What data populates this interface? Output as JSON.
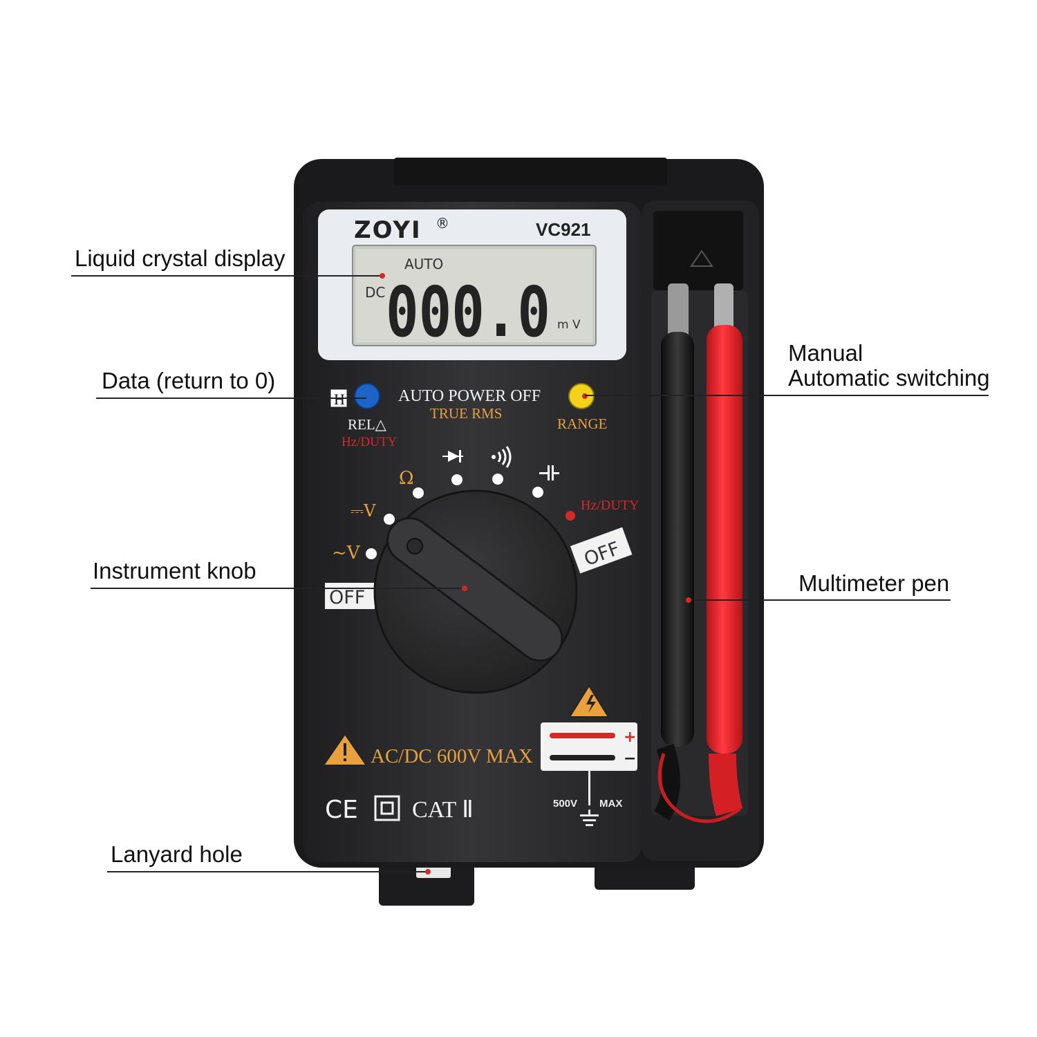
{
  "callouts": {
    "lcd": "Liquid crystal display",
    "data": "Data (return to 0)",
    "range_line1": "Manual",
    "range_line2": "Automatic switching",
    "knob": "Instrument knob",
    "pen": "Multimeter pen",
    "lanyard": "Lanyard hole"
  },
  "device": {
    "brand": "ZOYI",
    "brand_mark": "®",
    "model": "VC921",
    "lcd": {
      "auto": "AUTO",
      "dc": "DC",
      "reading": "000.0",
      "unit": "m V"
    },
    "buttons": {
      "hold_symbol": "H",
      "rel_label": "REL△",
      "hz_duty_label": "Hz/DUTY",
      "auto_power_off": "AUTO POWER OFF",
      "true_rms": "TRUE RMS",
      "range_label": "RANGE"
    },
    "dial": {
      "ohm": "Ω",
      "dc_v": "⎓V",
      "ac_v": "~V",
      "hz_duty": "Hz/DUTY",
      "off_left": "OFF",
      "off_right": "OFF"
    },
    "ratings": {
      "acdc": "AC/DC 600V MAX",
      "ce": "CE",
      "cat": "CAT Ⅱ",
      "ground": "500V",
      "ground_max": "MAX",
      "plus": "+",
      "minus": "−"
    },
    "colors": {
      "body": "#2d2d2f",
      "accent_orange": "#e8a13c",
      "accent_red": "#d22a26",
      "button_blue": "#1e63c8",
      "button_yellow": "#f3d21b",
      "lcd_bg": "#dcdcd8",
      "probe_red": "#e8262a"
    }
  }
}
